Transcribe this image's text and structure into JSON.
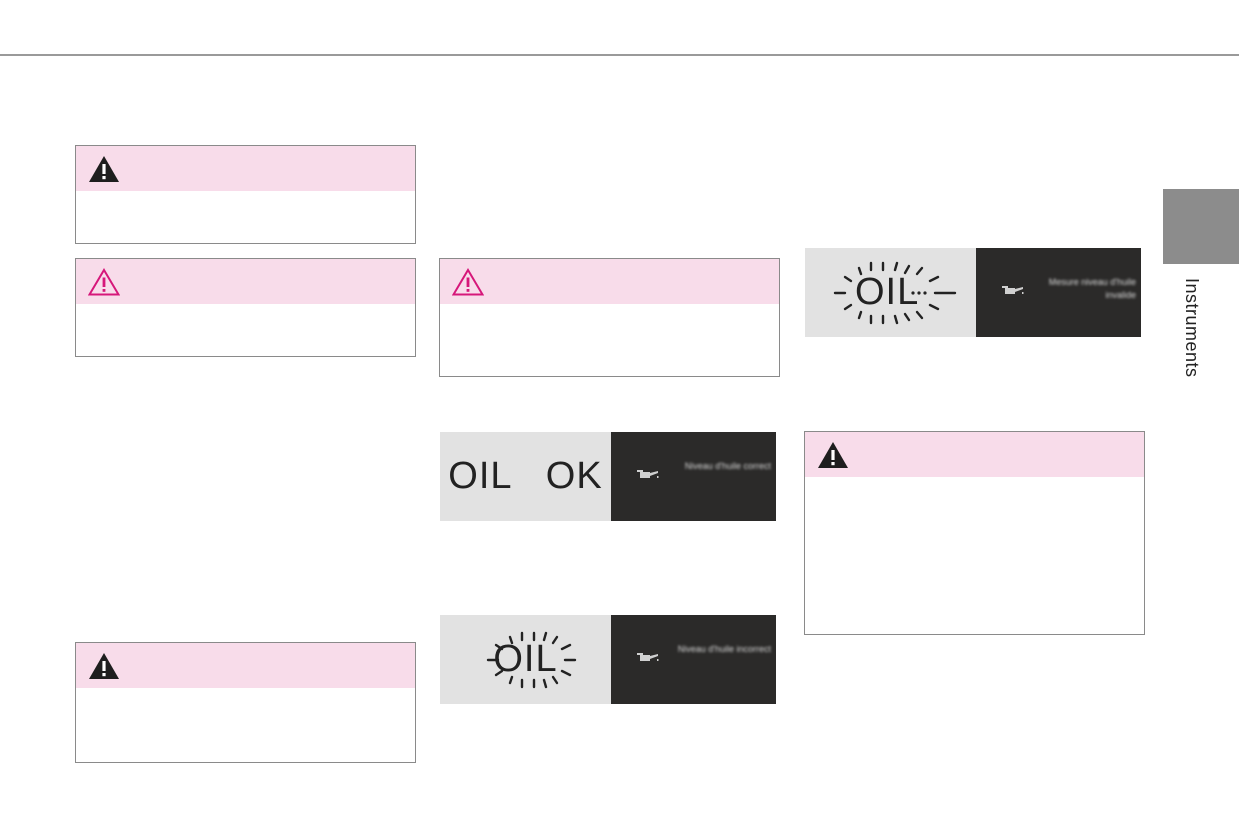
{
  "side_tab": {
    "label": "Instruments"
  },
  "warnings": [
    {
      "kind": "danger"
    },
    {
      "kind": "caution"
    },
    {
      "kind": "caution"
    },
    {
      "kind": "danger"
    },
    {
      "kind": "danger"
    }
  ],
  "oil_panels": [
    {
      "left_text": "OIL   OK",
      "icon": "oil-can-icon",
      "message": "Niveau d'huile correct"
    },
    {
      "left_text": "OIL",
      "icon": "oil-can-icon",
      "message": "Niveau d'huile incorrect"
    },
    {
      "left_text": "OIL",
      "icon": "oil-can-icon",
      "message": "Mesure niveau d'huile invalide"
    }
  ],
  "colors": {
    "warning_header": "#f8dcea",
    "danger_icon": "#1e1e1e",
    "caution_icon": "#d6177a",
    "panel_light": "#e2e2e2",
    "panel_dark": "#2b2a29",
    "tab_gray": "#8c8c8c"
  }
}
